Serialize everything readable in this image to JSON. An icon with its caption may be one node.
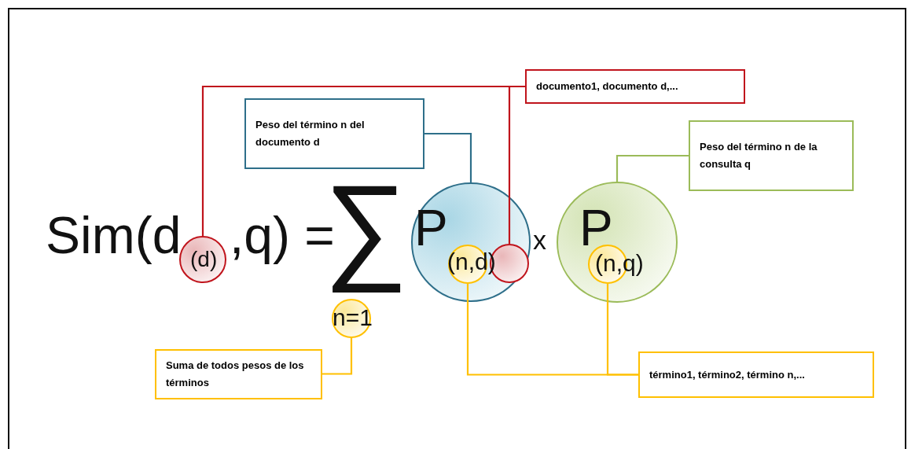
{
  "diagram": {
    "nodes": [
      {
        "text": [
          "documento1, documento d,..."
        ]
      },
      {
        "text": [
          "Peso del término n del documento d"
        ]
      },
      {
        "text": [
          "Peso del término n de la consulta q"
        ]
      },
      {
        "text": [
          "(d)"
        ]
      },
      {
        "text": [
          "P"
        ]
      },
      {
        "text": [],
        "shape": "circle",
        "in": 4
      },
      {
        "text": [],
        "shape": "circle",
        "in": 4
      },
      {
        "text": [
          "P"
        ]
      },
      {
        "text": [
          "(n,q)"
        ],
        "in": 7
      },
      {
        "text": [
          "n=1"
        ]
      },
      {
        "text": [
          "Suma de todos pesos de los términos"
        ]
      },
      {
        "text": [
          "término1, término2, término n,..."
        ]
      }
    ],
    "edges": [
      {
        "from": 0,
        "to": 3,
        "arrow": "none",
        "color": "#c0141c"
      },
      {
        "from": 0,
        "to": 6,
        "arrow": "none",
        "color": "#c0141c"
      },
      {
        "from": 1,
        "to": 4,
        "arrow": "none",
        "color": "#2e6f8a"
      },
      {
        "from": 2,
        "to": 7,
        "arrow": "none",
        "color": "#9bbb59"
      },
      {
        "from": 10,
        "to": 9,
        "arrow": "none"
      },
      {
        "from": 11,
        "to": 5,
        "arrow": "none"
      },
      {
        "from": 11,
        "to": 8,
        "arrow": "none"
      }
    ],
    "labels": [
      "Sim(d",
      ",q) =",
      "∑",
      "(n,d)",
      "x"
    ]
  }
}
